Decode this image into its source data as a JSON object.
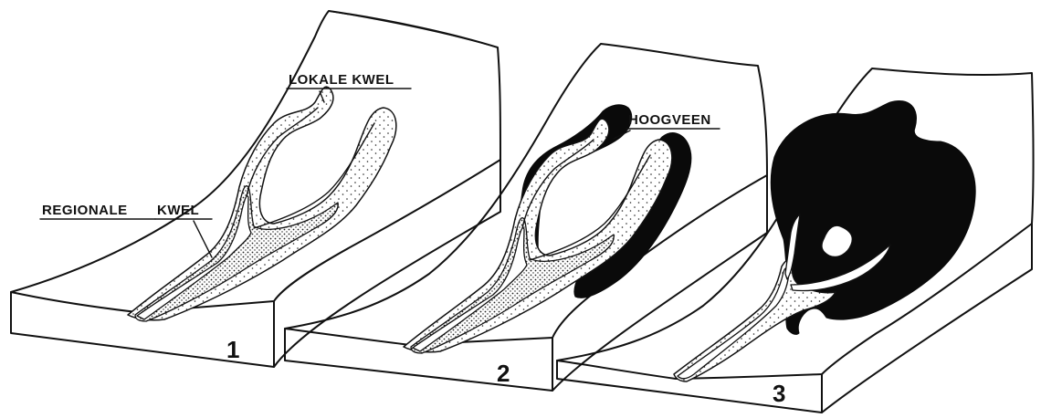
{
  "labels": {
    "lokale_kwel": "LOKALE KWEL",
    "regionale": "REGIONALE",
    "kwel": "KWEL",
    "hoogveen": "HOOGVEEN"
  },
  "panels": [
    {
      "number": "1"
    },
    {
      "number": "2"
    },
    {
      "number": "3"
    }
  ],
  "colors": {
    "ink": "#111111",
    "peat": "#0a0a0a",
    "background": "#ffffff"
  }
}
